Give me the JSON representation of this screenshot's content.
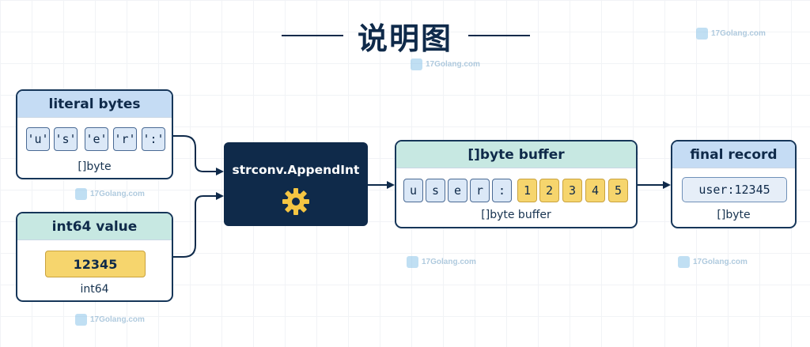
{
  "title": "说明图",
  "watermark": "17Golang.com",
  "literal_bytes": {
    "header": "literal bytes",
    "chips": [
      "'u'",
      "'s'",
      "'e'",
      "'r'",
      "':'"
    ],
    "type_label": "[]byte"
  },
  "int64_value": {
    "header": "int64 value",
    "value": "12345",
    "type_label": "int64"
  },
  "function": {
    "name": "strconv.AppendInt",
    "icon": "gear-icon"
  },
  "byte_buffer": {
    "header": "[]byte buffer",
    "prefix_chips": [
      "u",
      "s",
      "e",
      "r",
      ":"
    ],
    "digit_chips": [
      "1",
      "2",
      "3",
      "4",
      "5"
    ],
    "type_label": "[]byte buffer"
  },
  "final_record": {
    "header": "final record",
    "value": "user:12345",
    "type_label": "[]byte"
  },
  "colors": {
    "navy": "#0f2a4a",
    "header_blue": "#c5dcf4",
    "header_green": "#c7e8e2",
    "chip_blue": "#dbe8f7",
    "chip_yellow": "#f6d56d",
    "gear_yellow": "#f5c542"
  }
}
